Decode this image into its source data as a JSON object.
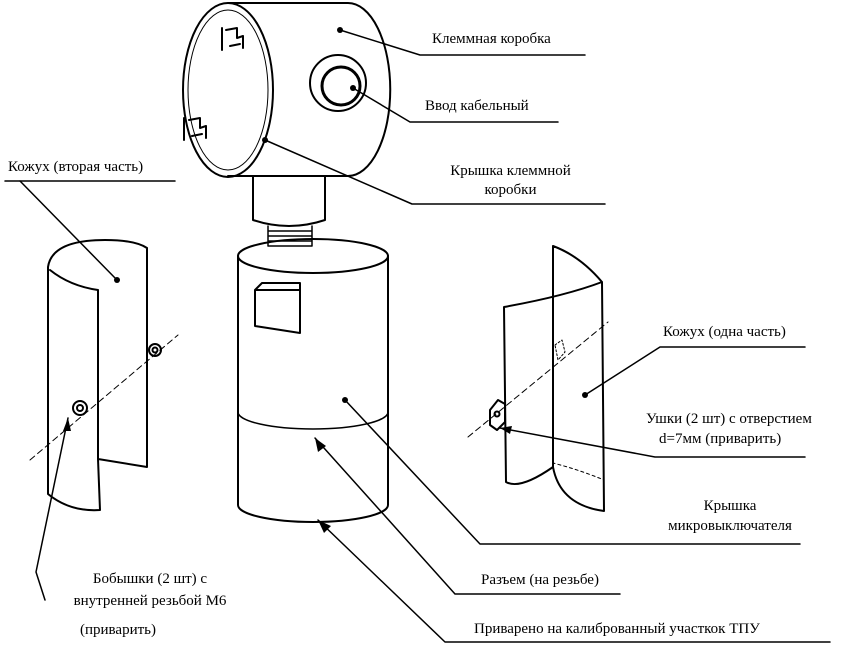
{
  "labels": {
    "terminal_box": "Клеммная коробка",
    "cable_entry": "Ввод кабельный",
    "terminal_cover_line1": "Крышка клеммной",
    "terminal_cover_line2": "коробки",
    "casing_second": "Кожух (вторая часть)",
    "casing_one": "Кожух (одна часть)",
    "lugs_line1": "Ушки (2 шт) с отверстием",
    "lugs_line2": "d=7мм (приварить)",
    "microswitch_cover_line1": "Крышка",
    "microswitch_cover_line2": "микровыключателя",
    "thread_joint": "Разъем (на резьбе)",
    "welded": "Приварено на калиброванный участкок ТПУ",
    "bosses_line1": "Бобышки (2 шт) с",
    "bosses_line2": "внутренней резьбой М6",
    "bosses_line3": "(приварить)"
  },
  "colors": {
    "ink": "#000000",
    "paper": "#ffffff"
  }
}
